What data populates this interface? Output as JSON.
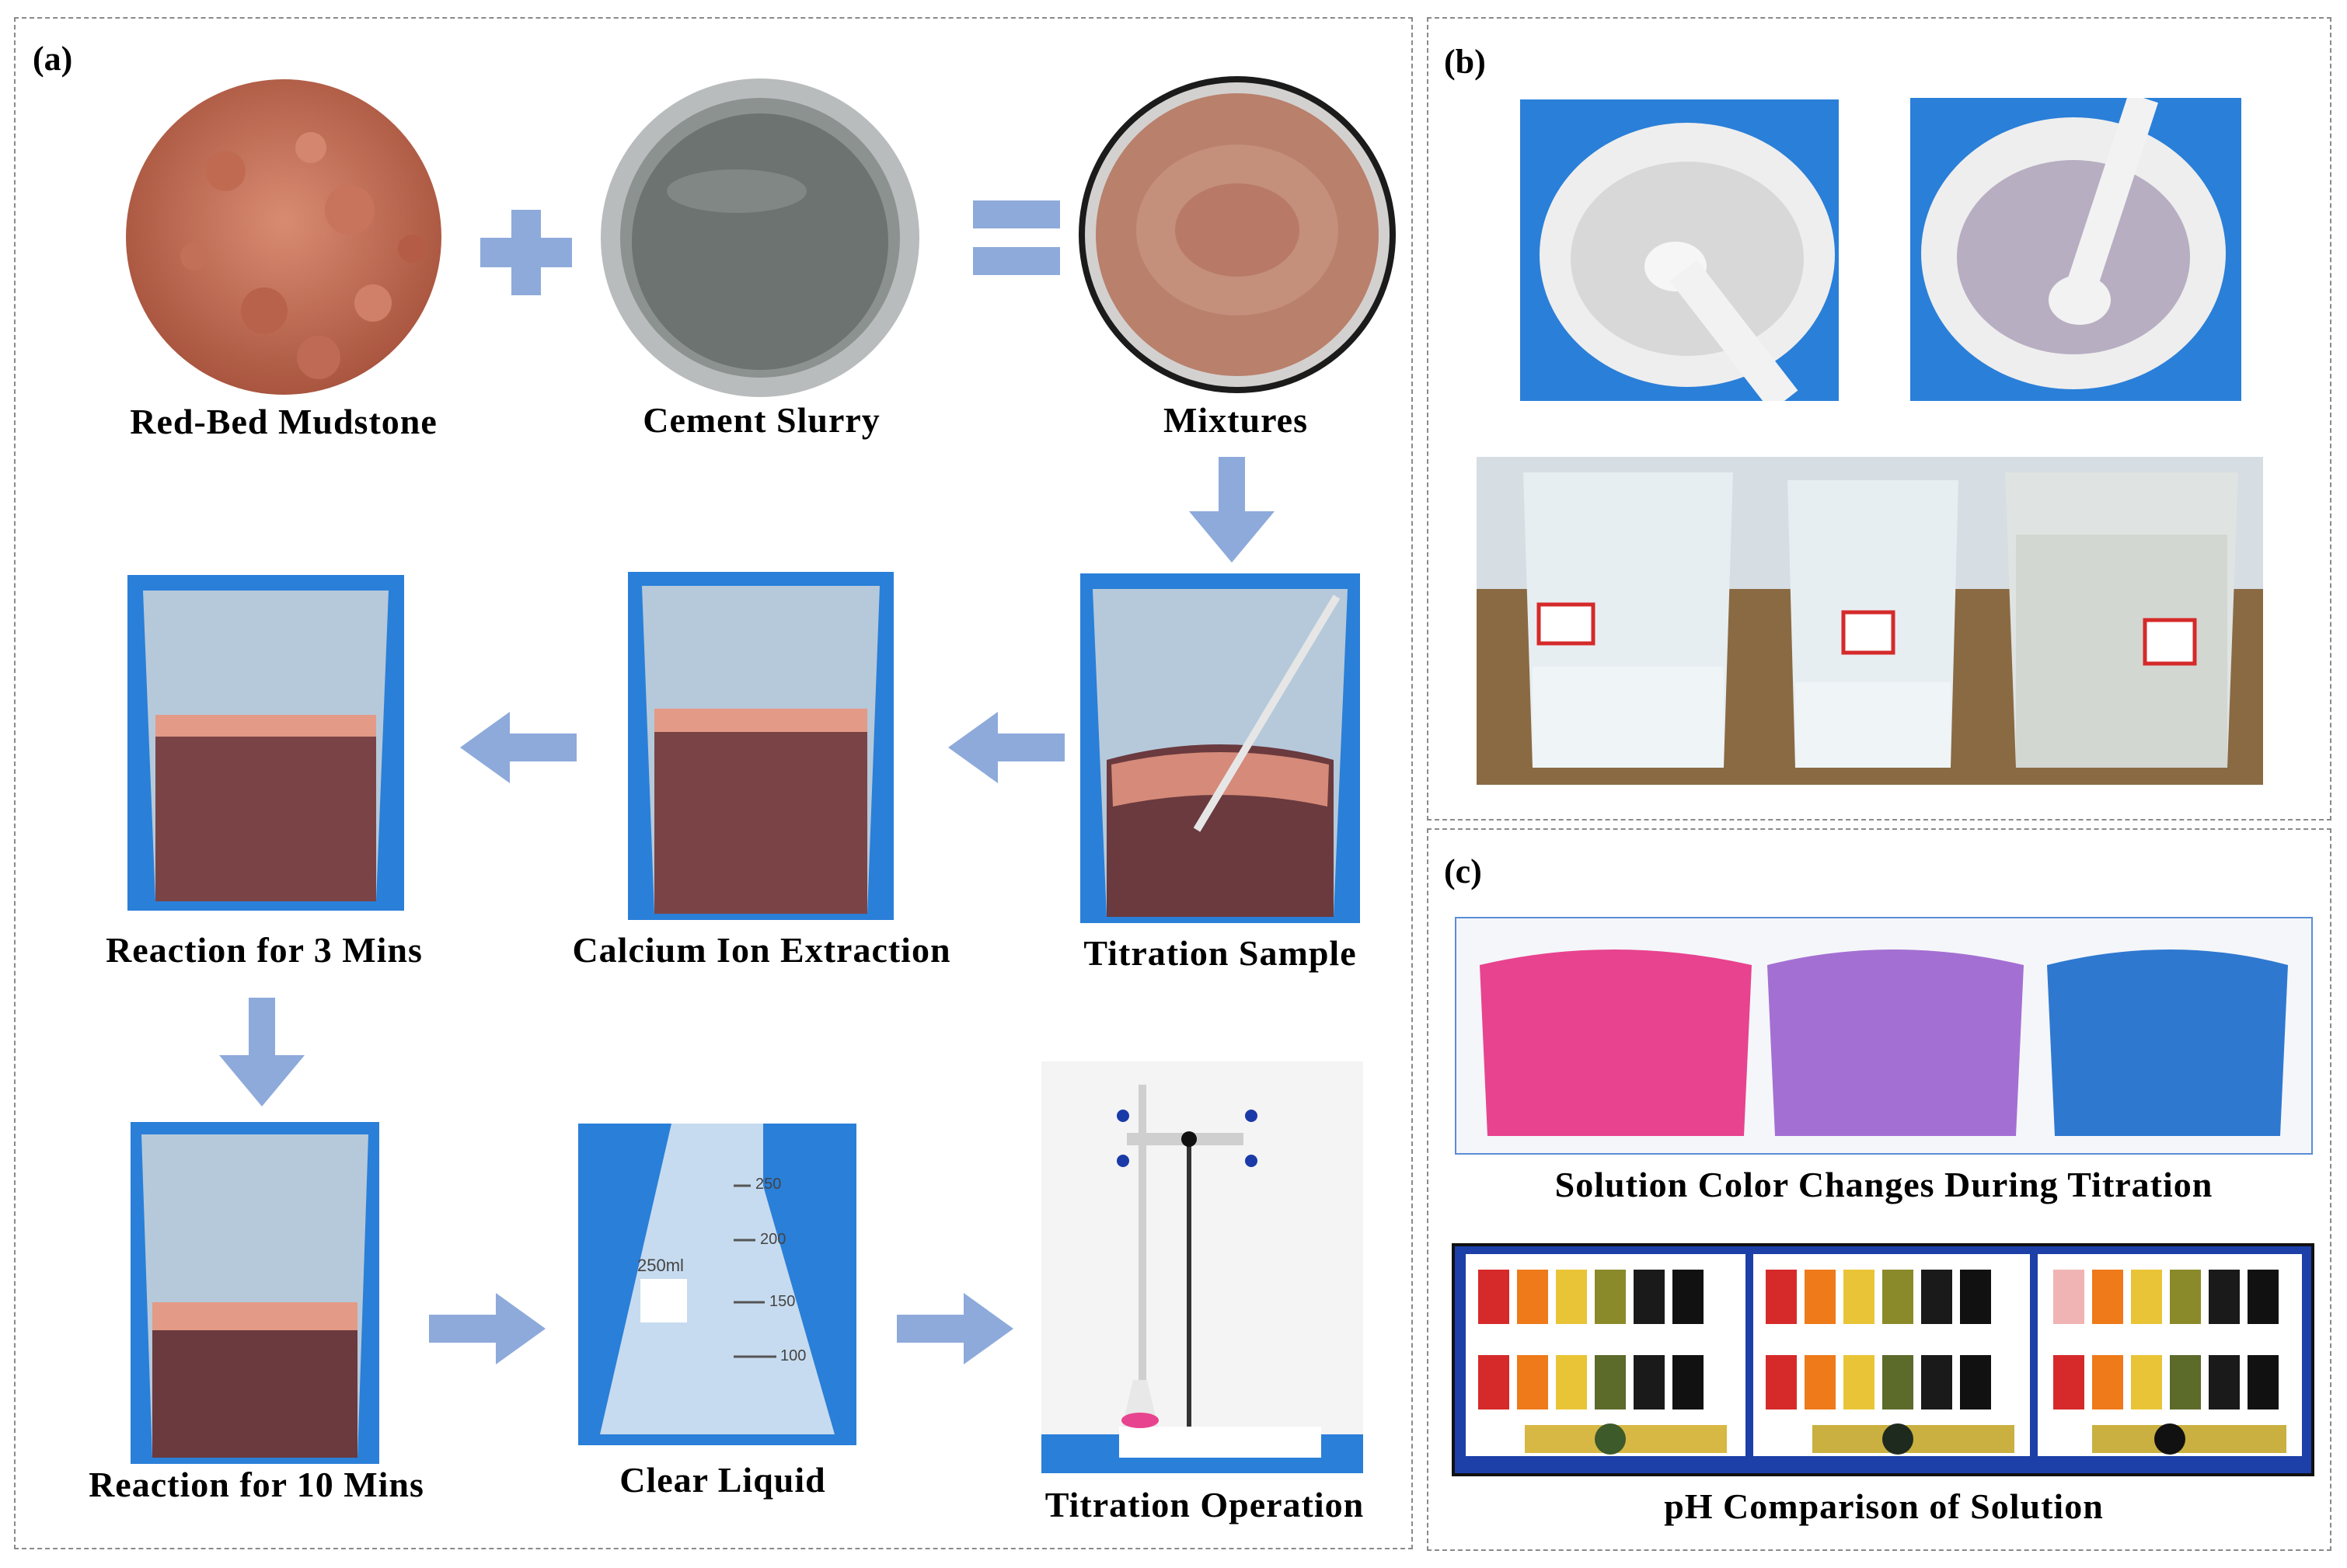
{
  "panels": {
    "a": {
      "label": "(a)"
    },
    "b": {
      "label": "(b)"
    },
    "c": {
      "label": "(c)"
    }
  },
  "captions": {
    "red_bed_mudstone": "Red-Bed Mudstone",
    "cement_slurry": "Cement Slurry",
    "mixtures": "Mixtures",
    "reaction_3": "Reaction for 3 Mins",
    "calcium_extraction": "Calcium  Ion Extraction",
    "titration_sample": "Titration  Sample",
    "reaction_10": "Reaction for 10 Mins",
    "clear_liquid": "Clear Liquid",
    "titration_operation": "Titration  Operation",
    "color_changes": "Solution  Color  Changes During  Titration",
    "ph_comparison": "pH Comparison  of Solution"
  },
  "flask_text": {
    "volume": "250ml",
    "ticks": [
      "250",
      "200",
      "150",
      "100"
    ]
  },
  "colors": {
    "arrow": "#8eaadb",
    "mudstone": "#c8705a",
    "mixture": "#b9806c",
    "sediment": "#6a3a3e",
    "bench_blue": "#2a7fd8",
    "pink": "#e8438f",
    "purple": "#a46fd3",
    "blue": "#2f78d0"
  }
}
